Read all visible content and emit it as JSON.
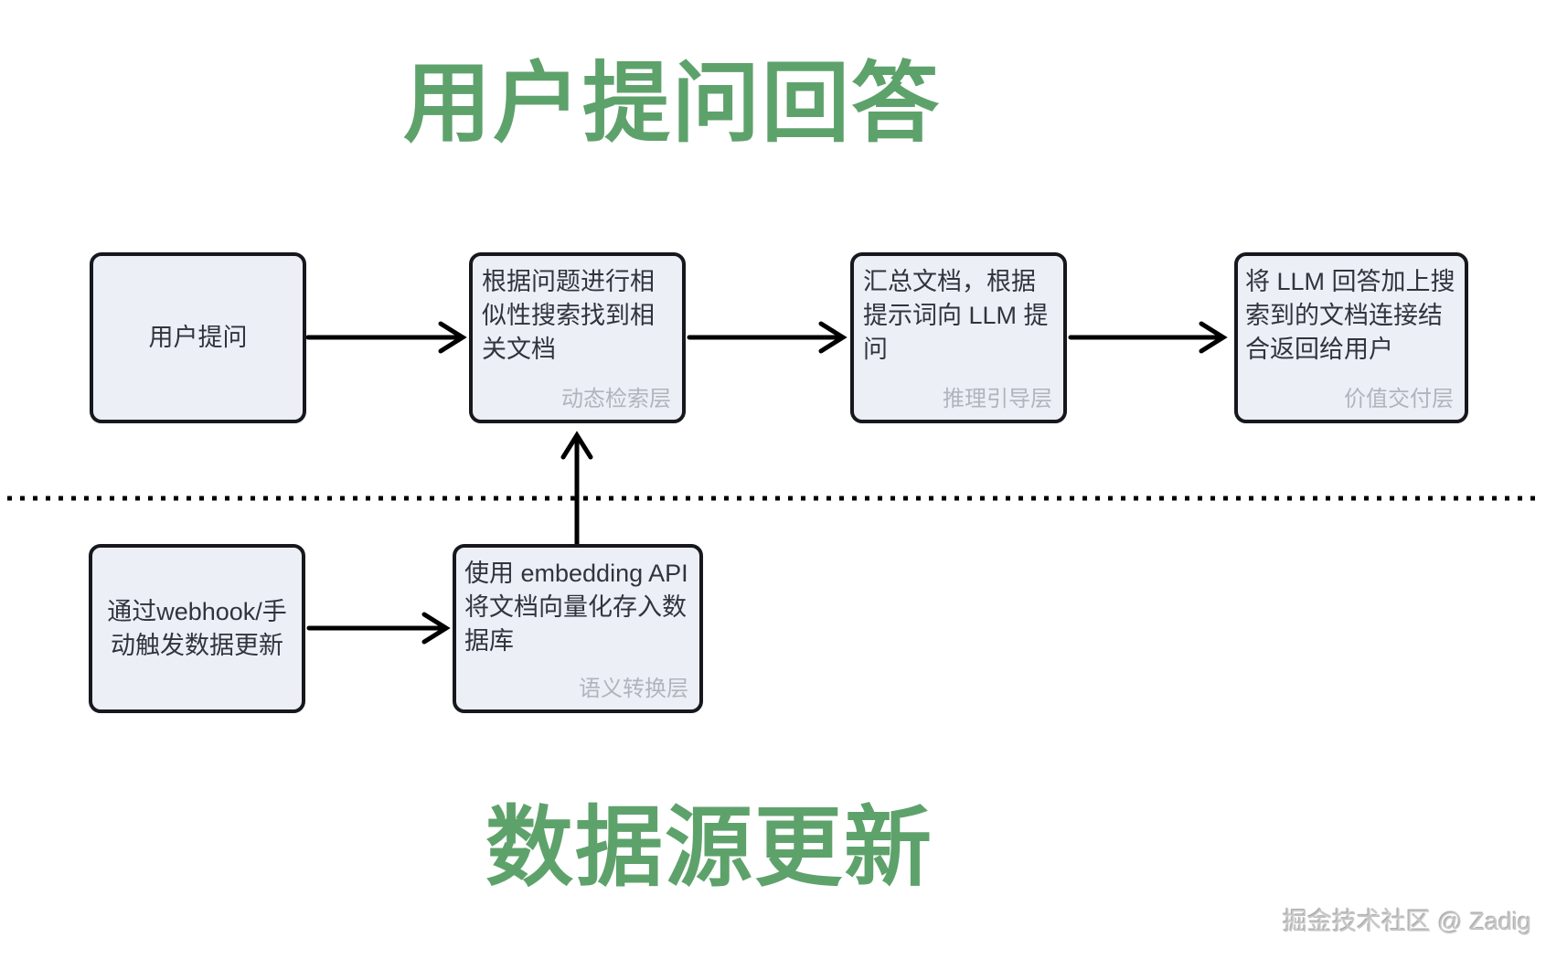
{
  "section_top": {
    "title": "用户提问回答",
    "nodes": [
      {
        "text": "用户提问"
      },
      {
        "text": "根据问题进行相似性搜索找到相关文档",
        "layer": "动态检索层"
      },
      {
        "text": "汇总文档，根据提示词向 LLM 提问",
        "layer": "推理引导层"
      },
      {
        "text": "将 LLM 回答加上搜索到的文档连接结合返回给用户",
        "layer": "价值交付层"
      }
    ]
  },
  "section_bottom": {
    "title": "数据源更新",
    "nodes": [
      {
        "text": "通过webhook/手动触发数据更新"
      },
      {
        "text": "使用 embedding API 将文档向量化存入数据库",
        "layer": "语义转换层"
      }
    ]
  },
  "watermark": "掘金技术社区 @ Zadig",
  "colors": {
    "title_green": "#5ea26b",
    "box_fill": "#edeff6",
    "box_border": "#17181d",
    "box_text": "#2f343d",
    "layer_label": "#b0b4bc",
    "connector": "#000000",
    "watermark_gray": "#c6c6c6"
  }
}
